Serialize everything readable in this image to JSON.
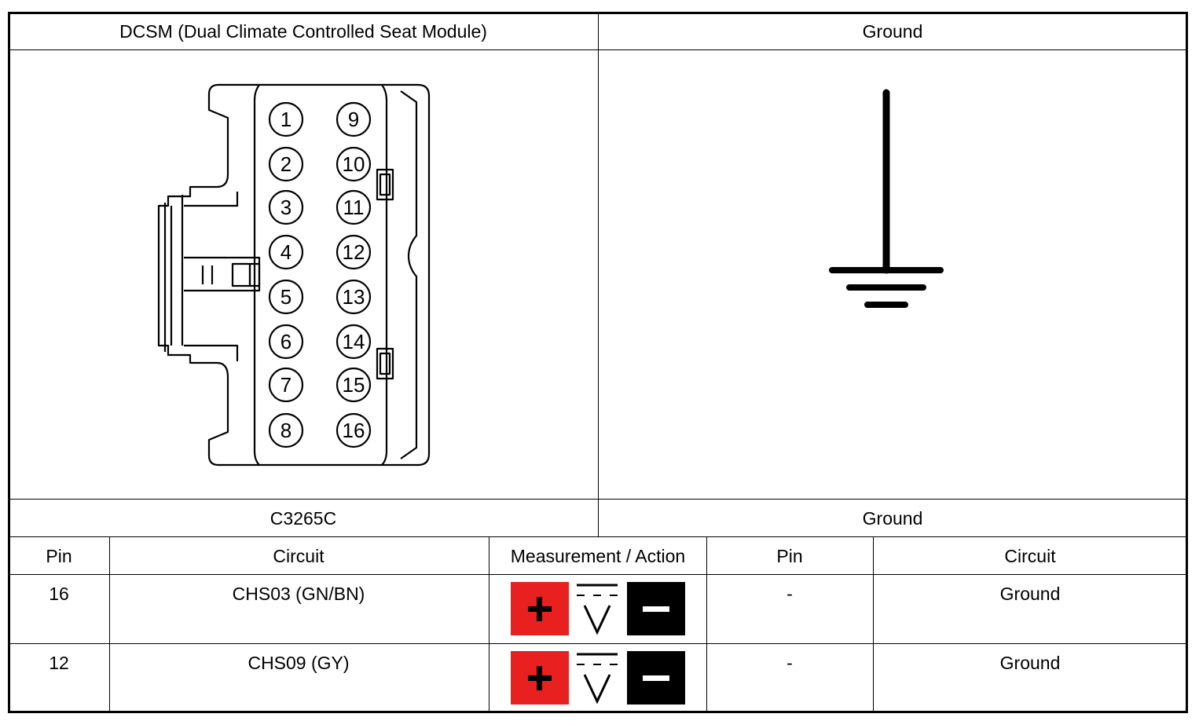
{
  "header": {
    "left_title": "DCSM (Dual Climate Controlled Seat Module)",
    "right_title": "Ground"
  },
  "connector": {
    "pins_left": [
      "1",
      "2",
      "3",
      "4",
      "5",
      "6",
      "7",
      "8"
    ],
    "pins_right": [
      "9",
      "10",
      "11",
      "12",
      "13",
      "14",
      "15",
      "16"
    ]
  },
  "labels": {
    "left_connector": "C3265C",
    "right_connector": "Ground"
  },
  "table": {
    "headers": [
      "Pin",
      "Circuit",
      "Measurement / Action",
      "Pin",
      "Circuit"
    ],
    "rows": [
      {
        "pin": "16",
        "circuit": "CHS03 (GN/BN)",
        "pin2": "-",
        "circuit2": "Ground"
      },
      {
        "pin": "12",
        "circuit": "CHS09 (GY)",
        "pin2": "-",
        "circuit2": "Ground"
      }
    ]
  },
  "colors": {
    "positive_lead": "#e8201f",
    "negative_lead": "#000000"
  },
  "icons": [
    "ground-symbol-icon",
    "positive-lead-icon",
    "dc-voltmeter-icon",
    "negative-lead-icon"
  ]
}
